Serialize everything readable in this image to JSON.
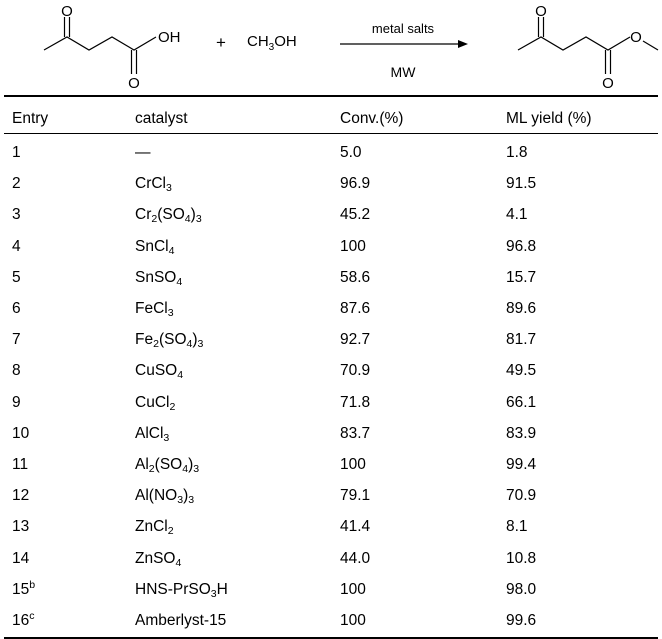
{
  "scheme": {
    "reactant_acid": {
      "oh_label": "OH"
    },
    "plus": "+",
    "reagent": {
      "prefix": "CH",
      "sub": "3",
      "suffix": "OH"
    },
    "arrow_top": "metal salts",
    "arrow_bottom": "MW"
  },
  "table": {
    "headers": [
      "Entry",
      "catalyst",
      "Conv.(%)",
      "ML yield (%)"
    ],
    "rows": [
      {
        "entry": "1",
        "mark": "",
        "catalyst": [
          [
            "t",
            "—"
          ]
        ],
        "conv": "5.0",
        "yield": "1.8"
      },
      {
        "entry": "2",
        "mark": "",
        "catalyst": [
          [
            "t",
            "CrCl"
          ],
          [
            "s",
            "3"
          ]
        ],
        "conv": "96.9",
        "yield": "91.5"
      },
      {
        "entry": "3",
        "mark": "",
        "catalyst": [
          [
            "t",
            "Cr"
          ],
          [
            "s",
            "2"
          ],
          [
            "t",
            "(SO"
          ],
          [
            "s",
            "4"
          ],
          [
            "t",
            ")"
          ],
          [
            "s",
            "3"
          ]
        ],
        "conv": "45.2",
        "yield": "4.1"
      },
      {
        "entry": "4",
        "mark": "",
        "catalyst": [
          [
            "t",
            "SnCl"
          ],
          [
            "s",
            "4"
          ]
        ],
        "conv": "100",
        "yield": "96.8"
      },
      {
        "entry": "5",
        "mark": "",
        "catalyst": [
          [
            "t",
            "SnSO"
          ],
          [
            "s",
            "4"
          ]
        ],
        "conv": "58.6",
        "yield": "15.7"
      },
      {
        "entry": "6",
        "mark": "",
        "catalyst": [
          [
            "t",
            "FeCl"
          ],
          [
            "s",
            "3"
          ]
        ],
        "conv": "87.6",
        "yield": "89.6"
      },
      {
        "entry": "7",
        "mark": "",
        "catalyst": [
          [
            "t",
            "Fe"
          ],
          [
            "s",
            "2"
          ],
          [
            "t",
            "(SO"
          ],
          [
            "s",
            "4"
          ],
          [
            "t",
            ")"
          ],
          [
            "s",
            "3"
          ]
        ],
        "conv": "92.7",
        "yield": "81.7"
      },
      {
        "entry": "8",
        "mark": "",
        "catalyst": [
          [
            "t",
            "CuSO"
          ],
          [
            "s",
            "4"
          ]
        ],
        "conv": "70.9",
        "yield": "49.5"
      },
      {
        "entry": "9",
        "mark": "",
        "catalyst": [
          [
            "t",
            "CuCl"
          ],
          [
            "s",
            "2"
          ]
        ],
        "conv": "71.8",
        "yield": "66.1"
      },
      {
        "entry": "10",
        "mark": "",
        "catalyst": [
          [
            "t",
            "AlCl"
          ],
          [
            "s",
            "3"
          ]
        ],
        "conv": "83.7",
        "yield": "83.9"
      },
      {
        "entry": "11",
        "mark": "",
        "catalyst": [
          [
            "t",
            "Al"
          ],
          [
            "s",
            "2"
          ],
          [
            "t",
            "(SO"
          ],
          [
            "s",
            "4"
          ],
          [
            "t",
            ")"
          ],
          [
            "s",
            "3"
          ]
        ],
        "conv": "100",
        "yield": "99.4"
      },
      {
        "entry": "12",
        "mark": "",
        "catalyst": [
          [
            "t",
            "Al(NO"
          ],
          [
            "s",
            "3"
          ],
          [
            "t",
            ")"
          ],
          [
            "s",
            "3"
          ]
        ],
        "conv": "79.1",
        "yield": "70.9"
      },
      {
        "entry": "13",
        "mark": "",
        "catalyst": [
          [
            "t",
            "ZnCl"
          ],
          [
            "s",
            "2"
          ]
        ],
        "conv": "41.4",
        "yield": "8.1"
      },
      {
        "entry": "14",
        "mark": "",
        "catalyst": [
          [
            "t",
            "ZnSO"
          ],
          [
            "s",
            "4"
          ]
        ],
        "conv": "44.0",
        "yield": "10.8"
      },
      {
        "entry": "15",
        "mark": "b",
        "catalyst": [
          [
            "t",
            "HNS-PrSO"
          ],
          [
            "s",
            "3"
          ],
          [
            "t",
            "H"
          ]
        ],
        "conv": "100",
        "yield": "98.0"
      },
      {
        "entry": "16",
        "mark": "c",
        "catalyst": [
          [
            "t",
            "Amberlyst-15"
          ]
        ],
        "conv": "100",
        "yield": "99.6"
      }
    ]
  }
}
